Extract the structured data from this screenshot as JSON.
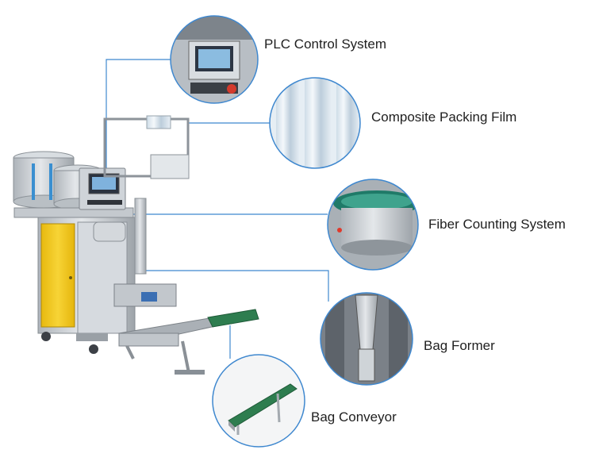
{
  "callouts": [
    {
      "id": "plc",
      "label": "PLC Control System",
      "icon": "plc-control-panel"
    },
    {
      "id": "film",
      "label": "Composite Packing Film",
      "icon": "film-rolls"
    },
    {
      "id": "fiber",
      "label": "Fiber Counting System",
      "icon": "vibratory-bowl"
    },
    {
      "id": "former",
      "label": "Bag Former",
      "icon": "bag-former-tube"
    },
    {
      "id": "conveyor",
      "label": "Bag Conveyor",
      "icon": "belt-conveyor"
    }
  ],
  "colors": {
    "leader_line": "#3f88cf",
    "circle_border": "#3f88cf",
    "machine_steel": "#c9ced3",
    "cabinet_yellow": "#f2c81b",
    "conveyor_belt": "#2e7d4f",
    "label_text": "#1f1f1f"
  }
}
